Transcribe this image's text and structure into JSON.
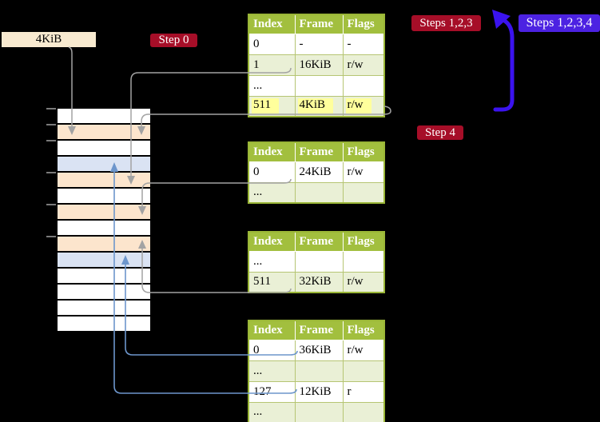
{
  "labels": {
    "mem_label": "4KiB",
    "step0": "Step 0",
    "steps123": "Steps 1,2,3",
    "steps1234": "Steps 1,2,3,4",
    "step4": "Step 4"
  },
  "table_headers": [
    "Index",
    "Frame",
    "Flags"
  ],
  "tables": [
    {
      "rows": [
        {
          "cells": [
            "0",
            "-",
            "-"
          ],
          "shaded": false,
          "highlight": false
        },
        {
          "cells": [
            "1",
            "16KiB",
            "r/w"
          ],
          "shaded": true,
          "highlight": false
        },
        {
          "cells": [
            "...",
            "",
            ""
          ],
          "shaded": false,
          "highlight": false
        },
        {
          "cells": [
            "511",
            "4KiB",
            "r/w"
          ],
          "shaded": true,
          "highlight": true
        }
      ]
    },
    {
      "rows": [
        {
          "cells": [
            "0",
            "24KiB",
            "r/w"
          ],
          "shaded": false,
          "highlight": false
        },
        {
          "cells": [
            "...",
            "",
            ""
          ],
          "shaded": true,
          "highlight": false
        }
      ]
    },
    {
      "rows": [
        {
          "cells": [
            "...",
            "",
            ""
          ],
          "shaded": false,
          "highlight": false
        },
        {
          "cells": [
            "511",
            "32KiB",
            "r/w"
          ],
          "shaded": true,
          "highlight": false
        }
      ]
    },
    {
      "rows": [
        {
          "cells": [
            "0",
            "36KiB",
            "r/w"
          ],
          "shaded": false,
          "highlight": false
        },
        {
          "cells": [
            "...",
            "",
            ""
          ],
          "shaded": true,
          "highlight": false
        },
        {
          "cells": [
            "127",
            "12KiB",
            "r"
          ],
          "shaded": false,
          "highlight": false
        },
        {
          "cells": [
            "...",
            "",
            ""
          ],
          "shaded": true,
          "highlight": false
        }
      ]
    }
  ],
  "memory_strip": {
    "rows": [
      {
        "color": "frame_white"
      },
      {
        "color": "frame_peach"
      },
      {
        "color": "frame_white"
      },
      {
        "color": "frame_blue"
      },
      {
        "color": "frame_peach"
      },
      {
        "color": "frame_white"
      },
      {
        "color": "frame_peach"
      },
      {
        "color": "frame_white"
      },
      {
        "color": "frame_peach"
      },
      {
        "color": "frame_blue"
      },
      {
        "color": "frame_white"
      },
      {
        "color": "frame_white"
      },
      {
        "color": "frame_white"
      },
      {
        "color": "frame_white"
      }
    ]
  },
  "colors": {
    "accent_red": "#a60e28",
    "badge_blue": "#4c22e2",
    "arrow_blue": "#3b13ef",
    "connector_gray": "#a3a3a3",
    "connector_blue": "#6d96cc",
    "table_green": "#a2bf3e",
    "table_border_green": "#9ab637",
    "table_row_green": "#eaf0d6",
    "frame_white": "#ffffff",
    "frame_peach": "#fce5cd",
    "frame_blue": "#dae3f3",
    "label_cream": "#f8ead0",
    "highlight_yellow": "#ffff9c",
    "tick_gray": "#7a7a7a"
  }
}
